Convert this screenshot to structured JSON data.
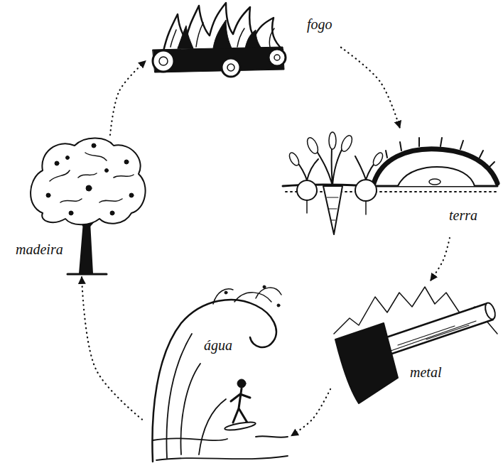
{
  "diagram": {
    "nodes": [
      {
        "text": [
          "fogo"
        ]
      },
      {
        "text": [
          "terra"
        ]
      },
      {
        "text": [
          "metal"
        ]
      },
      {
        "text": [
          "água"
        ]
      },
      {
        "text": [
          "madeira"
        ]
      }
    ],
    "edges": [
      {
        "from": 0,
        "to": 1,
        "arrow": "to"
      },
      {
        "from": 1,
        "to": 2,
        "arrow": "to"
      },
      {
        "from": 2,
        "to": 3,
        "arrow": "to"
      },
      {
        "from": 3,
        "to": 4,
        "arrow": "to"
      },
      {
        "from": 4,
        "to": 0,
        "arrow": "to"
      }
    ]
  }
}
